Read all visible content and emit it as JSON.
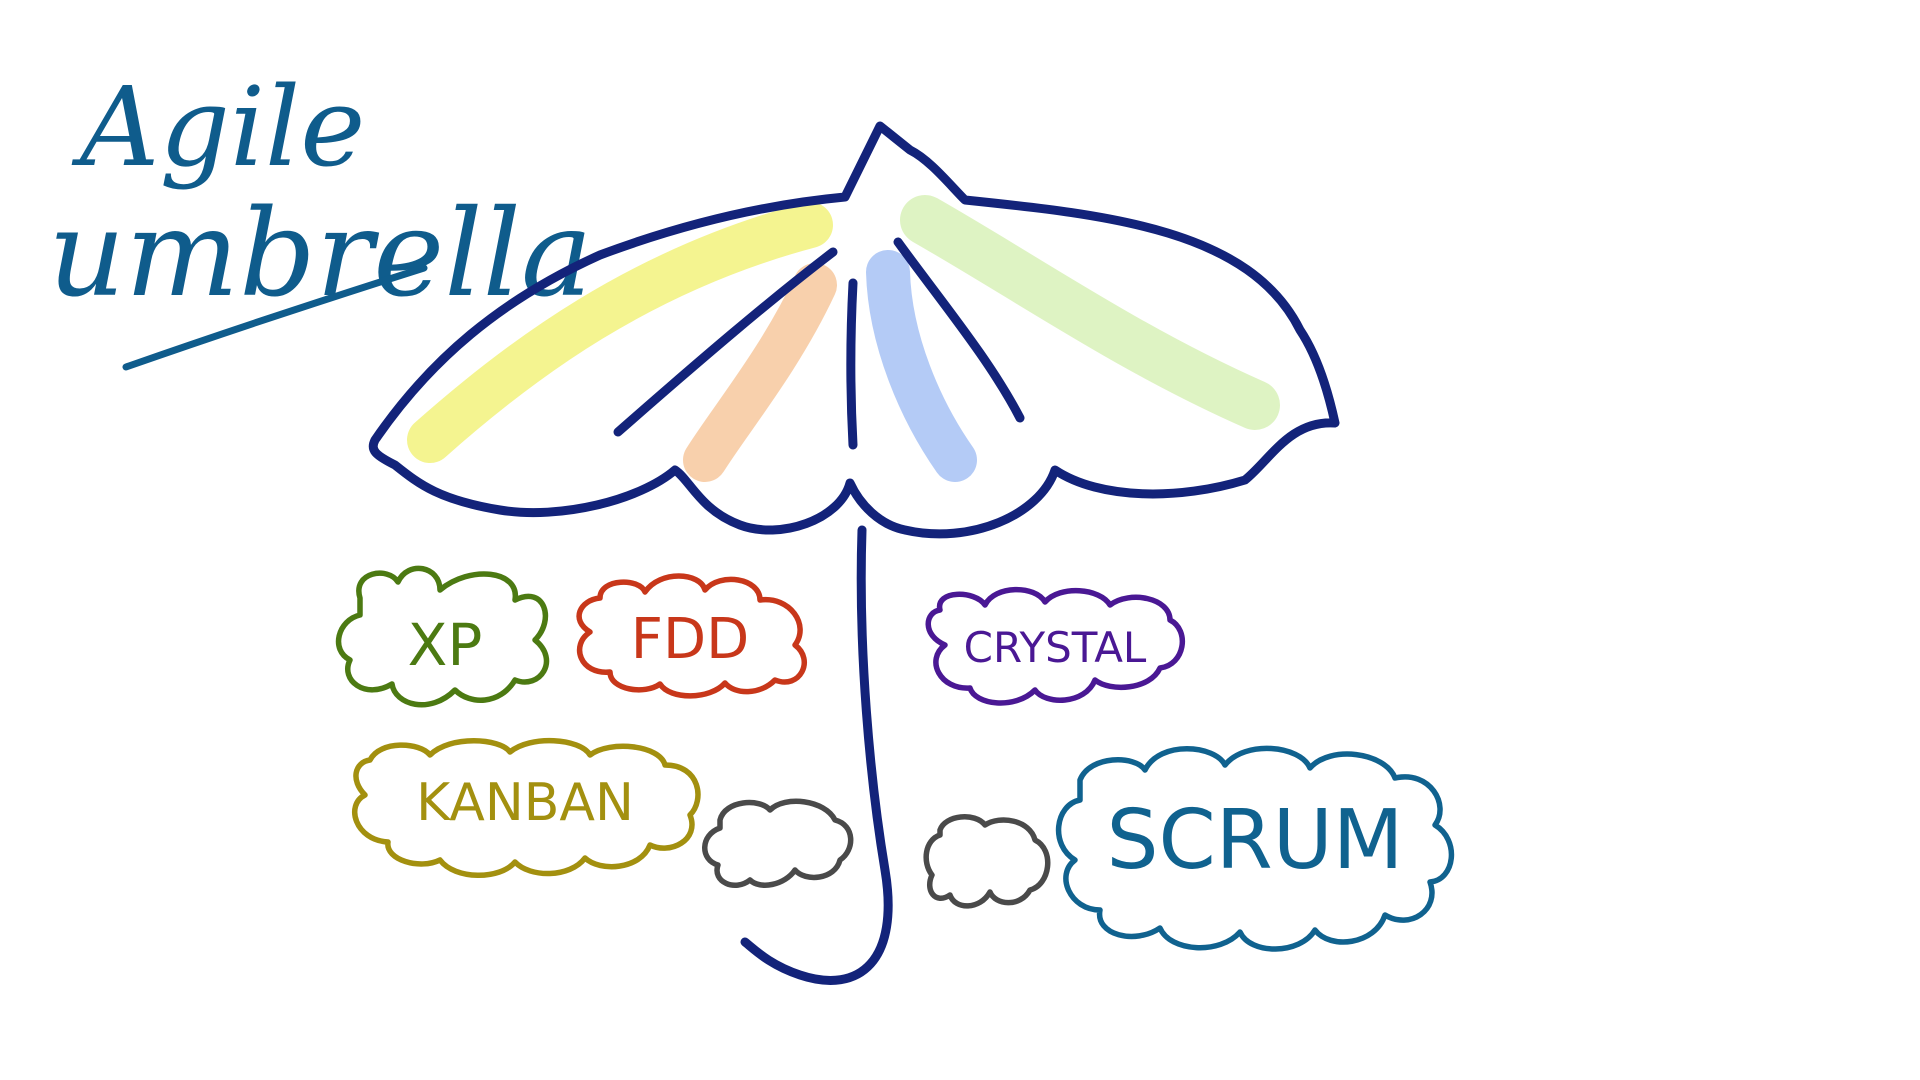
{
  "title": {
    "line1": "Agile",
    "line2": "umbrella"
  },
  "methods": [
    {
      "id": "xp",
      "label": "XP",
      "color": "#4c7a12"
    },
    {
      "id": "fdd",
      "label": "FDD",
      "color": "#c8371a"
    },
    {
      "id": "crystal",
      "label": "CRYSTAL",
      "color": "#4a1894"
    },
    {
      "id": "kanban",
      "label": "KANBAN",
      "color": "#a3900f"
    },
    {
      "id": "scrum",
      "label": "SCRUM",
      "color": "#10628f"
    }
  ],
  "colors": {
    "umbrella_outline": "#13237a",
    "title": "#0f5c8c",
    "blank_cloud": "#4a4a4a",
    "panel_yellow": "#f3f38a",
    "panel_peach": "#f8cda8",
    "panel_blue": "#b0c8f6",
    "panel_green": "#dcf2c0"
  }
}
